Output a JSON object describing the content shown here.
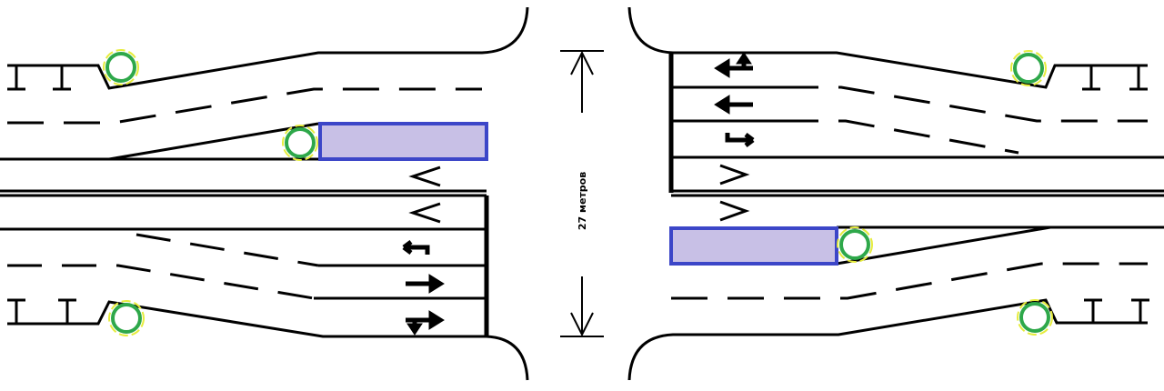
{
  "diagram": {
    "measurement_label": "27 метров",
    "colors": {
      "line": "#000000",
      "island_fill": "#c8c0e6",
      "island_stroke": "#3c46c8",
      "tree_outer": "#e6ec3c",
      "tree_ring": "#2ea84a"
    },
    "elements": [
      "curb-lines",
      "lane-dividers",
      "stop-lines",
      "yield-markings",
      "lane-arrows",
      "refuge-islands",
      "trees",
      "parking-bays",
      "dimension-arrow"
    ]
  }
}
